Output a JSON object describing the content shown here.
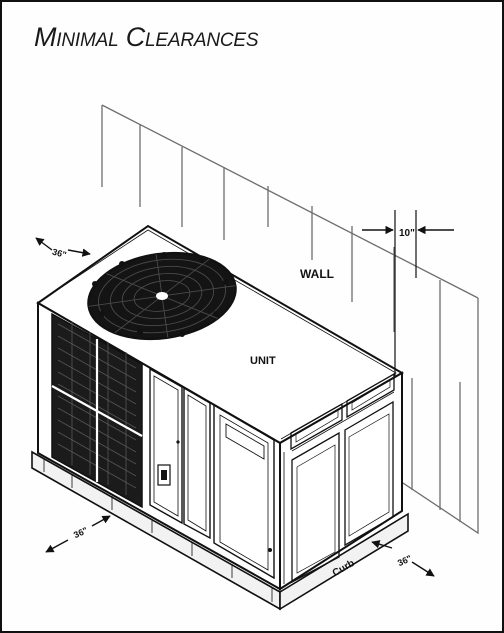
{
  "title": "Minimal Clearances",
  "labels": {
    "wall": "WALL",
    "unit": "UNIT",
    "curb": "Curb",
    "wall_gap": "10\"",
    "rear_left": "36\"",
    "front_left": "36\"",
    "front_right": "36\""
  },
  "colors": {
    "ink": "#111111",
    "border": "#111111",
    "wall_lines": "#6e6e6e"
  },
  "icons": {
    "fan": "fan-grille-icon",
    "control_box": "disconnect-switch-icon"
  }
}
